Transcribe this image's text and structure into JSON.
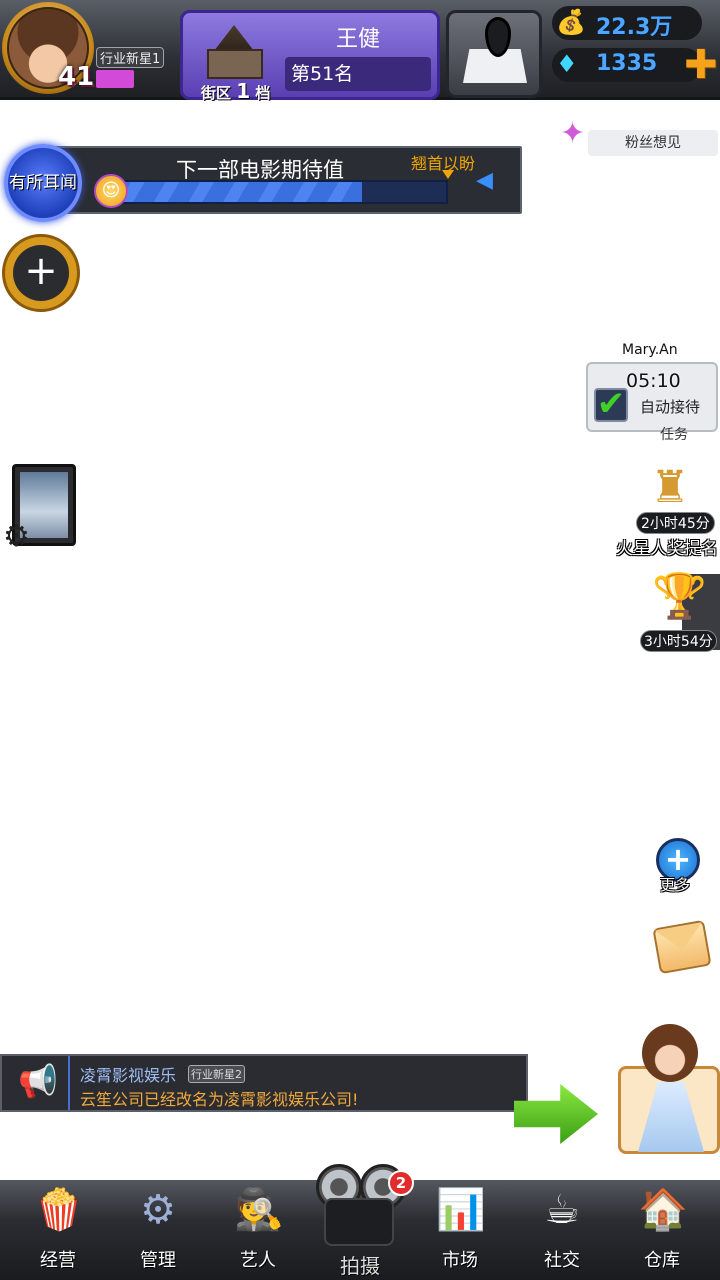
{
  "player": {
    "level": "41",
    "rank_title": "行业新星1",
    "name": "王健",
    "rank": "第51名",
    "district_label": "街区",
    "district_num": "1",
    "district_suffix": "档"
  },
  "currency": {
    "gold": "22.3万",
    "gems": "1335"
  },
  "expectation": {
    "news_button": "有所耳闻",
    "title": "下一部电影期待值",
    "target_label": "翘首以盼",
    "progress": 0.75
  },
  "side": {
    "fans_label": "粉丝想见",
    "visitor_name": "Mary.An",
    "visitor_timer": "05:10",
    "auto_receive_label": "自动接待",
    "task_partial_label": "任务",
    "award_timer": "2小时45分",
    "award_label": "火星人奖提名",
    "trophy_timer": "3小时54分",
    "more_label": "更多"
  },
  "announcement": {
    "sender": "凌霄影视娱乐",
    "sender_badge": "行业新星2",
    "message": "云笙公司已经改名为凌霄影视娱乐公司!"
  },
  "nav": {
    "items": [
      {
        "label": "经营",
        "icon": "popcorn-icon"
      },
      {
        "label": "管理",
        "icon": "gear-icon"
      },
      {
        "label": "艺人",
        "icon": "agent-icon"
      },
      {
        "label": "市场",
        "icon": "pie-chart-icon"
      },
      {
        "label": "社交",
        "icon": "coffee-icon"
      },
      {
        "label": "仓库",
        "icon": "warehouse-icon"
      }
    ],
    "shoot_label": "拍摄",
    "shoot_badge": "2"
  },
  "colors": {
    "accent_blue": "#4fa6ff",
    "gold": "#f0a500",
    "purple_panel": "#5a3fb2"
  }
}
